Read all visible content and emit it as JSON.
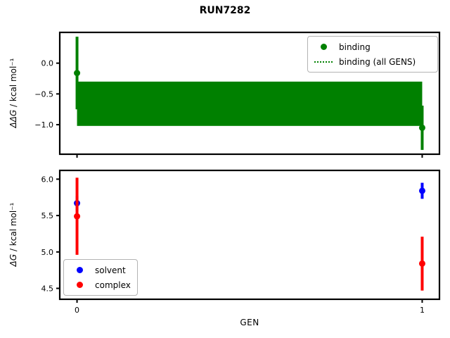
{
  "figure": {
    "title": "RUN7282"
  },
  "chart_data": [
    {
      "type": "errorbar",
      "ylabel": "ΔΔG / kcal mol⁻¹",
      "ylabel_math": "ΔΔG",
      "ylabel_rest": " / kcal mol⁻¹",
      "xlabel": "",
      "xlim": [
        -0.05,
        1.05
      ],
      "ylim": [
        -1.48,
        0.5
      ],
      "yticks": {
        "values": [
          0.0,
          -0.5,
          -1.0
        ],
        "labels": [
          "0.0",
          "−0.5",
          "−1.0"
        ]
      },
      "xticks": {
        "values": [
          0,
          1
        ],
        "labels": []
      },
      "series": [
        {
          "name": "binding",
          "color": "#008000",
          "marker": "circle",
          "x": [
            0,
            1
          ],
          "y": [
            -0.16,
            -1.05
          ],
          "yerr": [
            0.59,
            0.36
          ]
        }
      ],
      "band": {
        "name": "binding (all GENS)",
        "color": "#008000",
        "x_start": 0,
        "x_end": 1,
        "y_top": -0.3,
        "y_bottom": -1.02
      },
      "legend": {
        "position": "upper-right",
        "entries": [
          {
            "type": "dot",
            "color": "#008000",
            "label": "binding"
          },
          {
            "type": "dotted-line",
            "color": "#008000",
            "label": "binding (all GENS)"
          }
        ]
      }
    },
    {
      "type": "errorbar",
      "ylabel": "ΔG / kcal mol⁻¹",
      "ylabel_math": "ΔG",
      "ylabel_rest": " / kcal mol⁻¹",
      "xlabel": "GEN",
      "xlim": [
        -0.05,
        1.05
      ],
      "ylim": [
        4.35,
        6.12
      ],
      "yticks": {
        "values": [
          6.0,
          5.5,
          5.0,
          4.5
        ],
        "labels": [
          "6.0",
          "5.5",
          "5.0",
          "4.5"
        ]
      },
      "xticks": {
        "values": [
          0,
          1
        ],
        "labels": [
          "0",
          "1"
        ]
      },
      "series": [
        {
          "name": "solvent",
          "color": "#0000ff",
          "marker": "circle",
          "x": [
            0,
            1
          ],
          "y": [
            5.67,
            5.84
          ],
          "yerr": [
            0.1,
            0.11
          ]
        },
        {
          "name": "complex",
          "color": "#ff0000",
          "marker": "circle",
          "x": [
            0,
            1
          ],
          "y": [
            5.49,
            4.84
          ],
          "yerr": [
            0.53,
            0.37
          ]
        }
      ],
      "legend": {
        "position": "lower-left",
        "entries": [
          {
            "type": "dot",
            "color": "#0000ff",
            "label": "solvent"
          },
          {
            "type": "dot",
            "color": "#ff0000",
            "label": "complex"
          }
        ]
      }
    }
  ]
}
